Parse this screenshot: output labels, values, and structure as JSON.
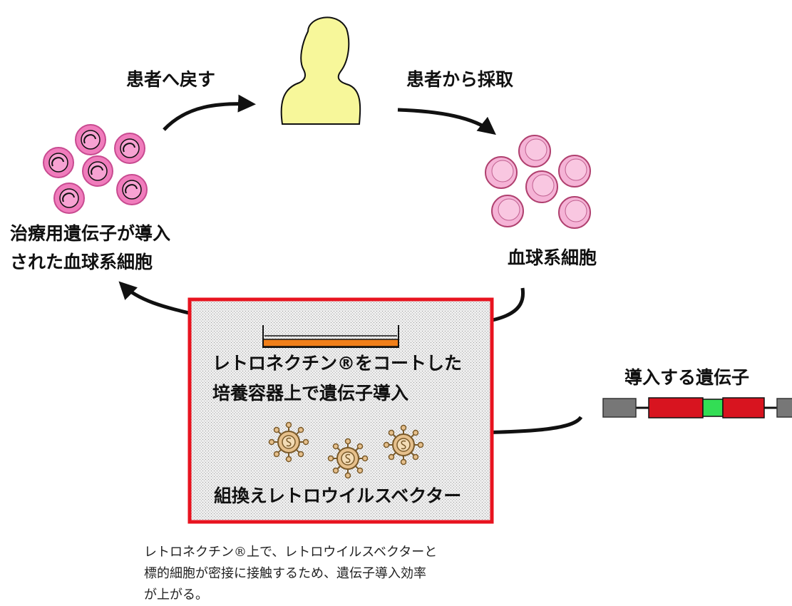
{
  "labels": {
    "return_to_patient": "患者へ戻す",
    "collect_from_patient": "患者から採取",
    "transduced_cells_line1": "治療用遺伝子が導入",
    "transduced_cells_line2": "された血球系細胞",
    "blood_cells": "血球系細胞",
    "culture_line1": "レトロネクチン®をコートした",
    "culture_line2": "培養容器上で遺伝子導入",
    "vector": "組換えレトロウイルスベクター",
    "gene_to_introduce": "導入する遺伝子"
  },
  "caption": {
    "line1": "レトロネクチン®上で、レトロウイルスベクターと",
    "line2": "標的細胞が密接に接触するため、遺伝子導入効率",
    "line3": "が上がる。"
  },
  "colors": {
    "person_fill": "#f7f79a",
    "pink_cell_fill": "#f07cbc",
    "light_cell_fill": "#f5b3d6",
    "box_border": "#e8131f",
    "box_fill": "#d9d9d9",
    "dish_stripe": "#f07f1a",
    "vector_fill": "#e6c08c",
    "gene_red": "#d8141f",
    "gene_green": "#33dd55",
    "gene_gray": "#777777"
  },
  "icons": {
    "person": "person-silhouette-icon",
    "virus": "retrovirus-vector-icon",
    "dish": "culture-dish-icon",
    "gene": "gene-construct-icon"
  }
}
